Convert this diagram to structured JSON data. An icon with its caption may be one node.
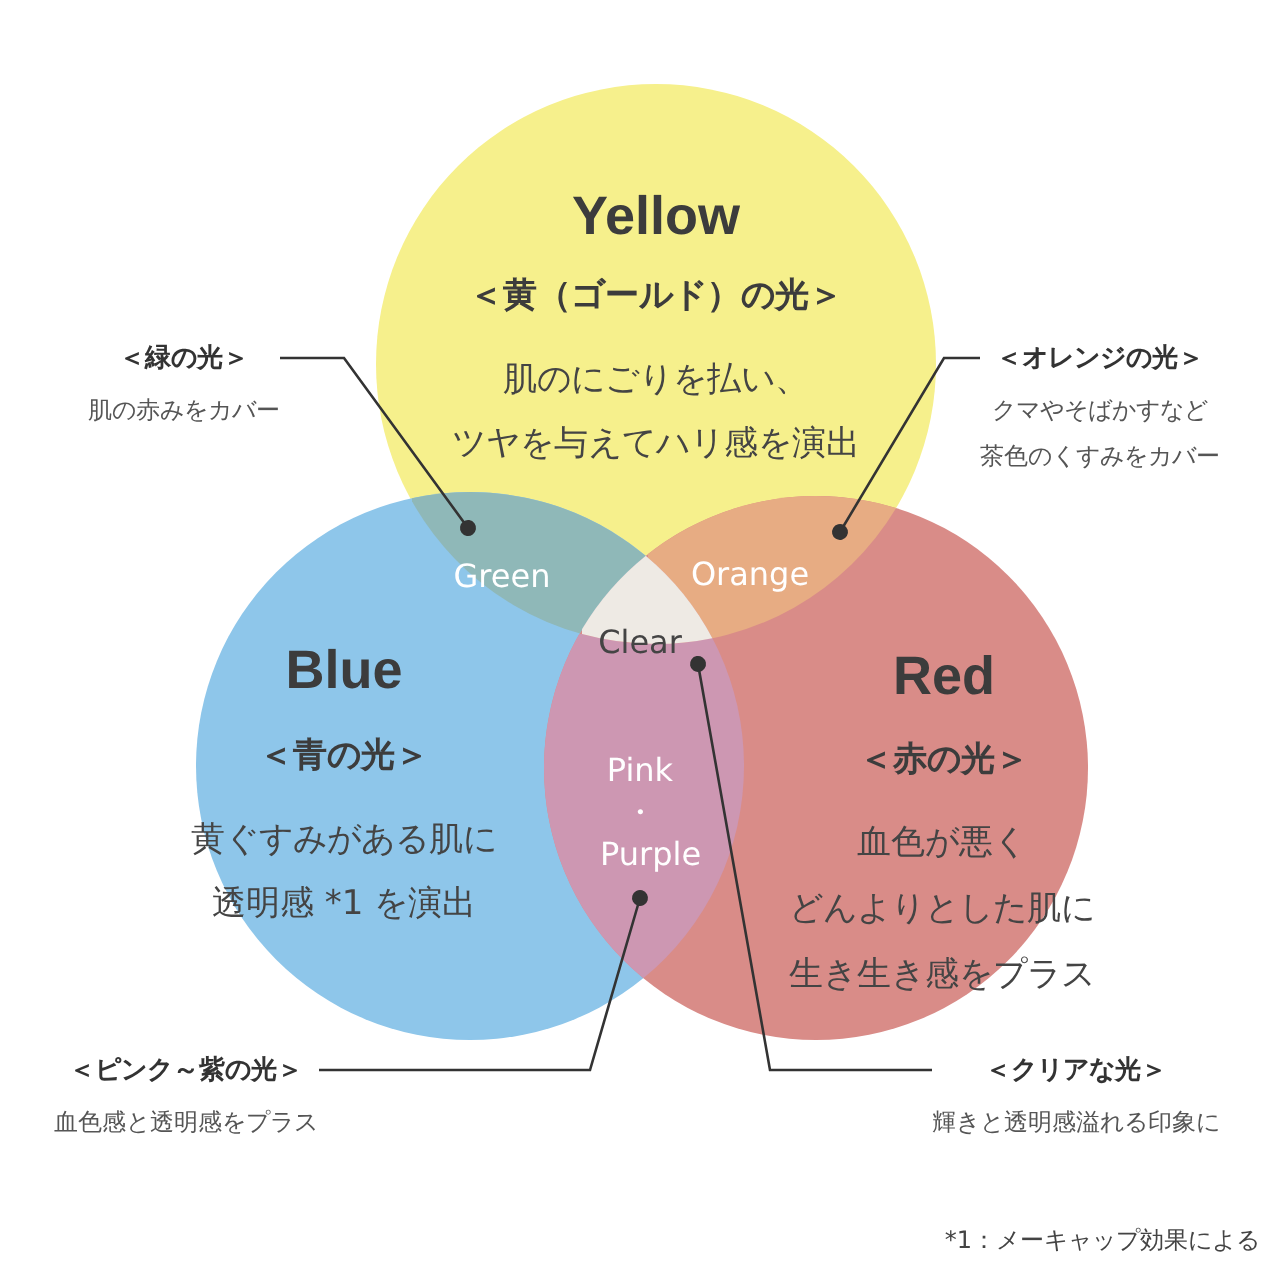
{
  "diagram": {
    "nodes": [
      {
        "text": [
          "Yellow",
          "＜黄（ゴールド）の光＞",
          "肌のにごりを払い、ツヤを与えてハリ感を演出"
        ]
      },
      {
        "text": [
          "Blue",
          "＜青の光＞",
          "黄ぐすみがある肌に透明感 *1 を演出"
        ]
      },
      {
        "text": [
          "Red",
          "＜赤の光＞",
          "血色が悪くどんよりとした肌に生き生き感をプラス"
        ]
      },
      {
        "text": [
          "Green"
        ]
      },
      {
        "text": [
          "Orange"
        ]
      },
      {
        "text": [
          "Pink ・ Purple"
        ]
      },
      {
        "text": [
          "Clear"
        ]
      },
      {
        "text": [
          "＜緑の光＞",
          "肌の赤みをカバー"
        ]
      },
      {
        "text": [
          "＜オレンジの光＞",
          "クマやそばかすなど茶色のくすみをカバー"
        ]
      },
      {
        "text": [
          "＜ピンク～紫の光＞",
          "血色感と透明感をプラス"
        ]
      },
      {
        "text": [
          "＜クリアな光＞",
          "輝きと透明感溢れる印象に"
        ]
      }
    ],
    "edges": [
      {
        "from": 7,
        "to": 3,
        "arrow": "other"
      },
      {
        "from": 8,
        "to": 4,
        "arrow": "other"
      },
      {
        "from": 9,
        "to": 5,
        "arrow": "other"
      },
      {
        "from": 10,
        "to": 6,
        "arrow": "other"
      }
    ],
    "labels": [
      "*1：メーキャップ効果による"
    ]
  }
}
